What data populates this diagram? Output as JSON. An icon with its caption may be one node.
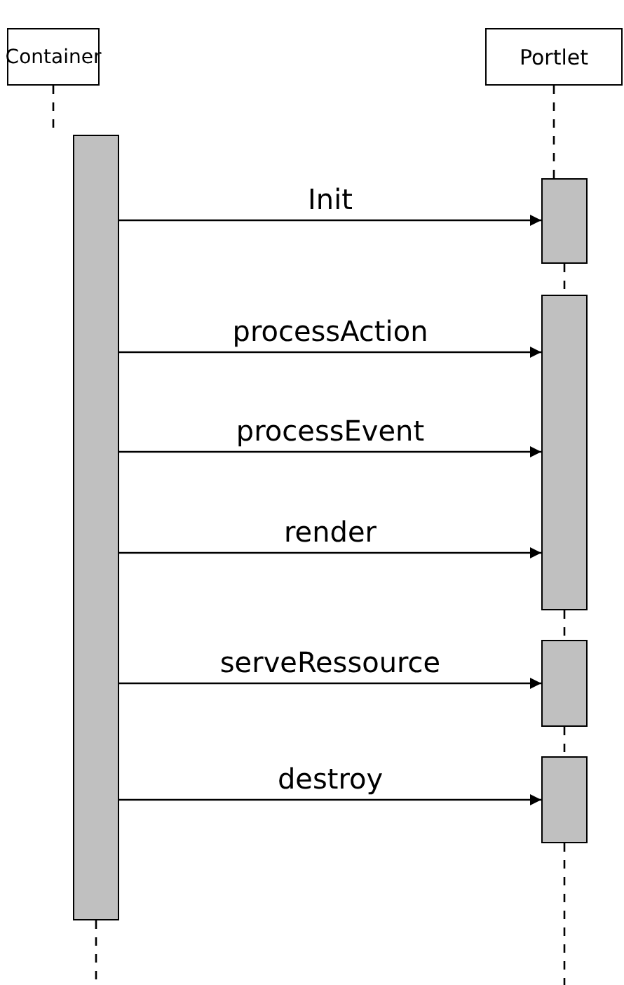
{
  "diagram": {
    "nodes": [
      {
        "text": [
          "Container"
        ]
      },
      {
        "text": [
          "Portlet"
        ]
      },
      {
        "text": [],
        "shape": "bar"
      },
      {
        "text": [],
        "shape": "bar"
      },
      {
        "text": [],
        "shape": "bar"
      },
      {
        "text": [],
        "shape": "bar"
      },
      {
        "text": [],
        "shape": "bar"
      }
    ],
    "edges": [
      {
        "from": 0,
        "to": 2,
        "arrow": "none",
        "style": "dashed"
      },
      {
        "from": 2,
        "to": null,
        "arrow": "none",
        "style": "dashed"
      },
      {
        "from": 1,
        "to": 3,
        "arrow": "none",
        "style": "dashed"
      },
      {
        "from": 3,
        "to": 4,
        "arrow": "none",
        "style": "dashed"
      },
      {
        "from": 4,
        "to": 5,
        "arrow": "none",
        "style": "dashed"
      },
      {
        "from": 5,
        "to": 6,
        "arrow": "none",
        "style": "dashed"
      },
      {
        "from": 6,
        "to": null,
        "arrow": "none",
        "style": "dashed"
      },
      {
        "from": 2,
        "to": 3,
        "arrow": "to",
        "label": "Init"
      },
      {
        "from": 2,
        "to": 4,
        "arrow": "to",
        "label": "processAction"
      },
      {
        "from": 2,
        "to": 4,
        "arrow": "to",
        "label": "processEvent"
      },
      {
        "from": 2,
        "to": 4,
        "arrow": "to",
        "label": "render"
      },
      {
        "from": 2,
        "to": 5,
        "arrow": "to",
        "label": "serveRessource"
      },
      {
        "from": 2,
        "to": 6,
        "arrow": "to",
        "label": "destroy"
      }
    ]
  }
}
